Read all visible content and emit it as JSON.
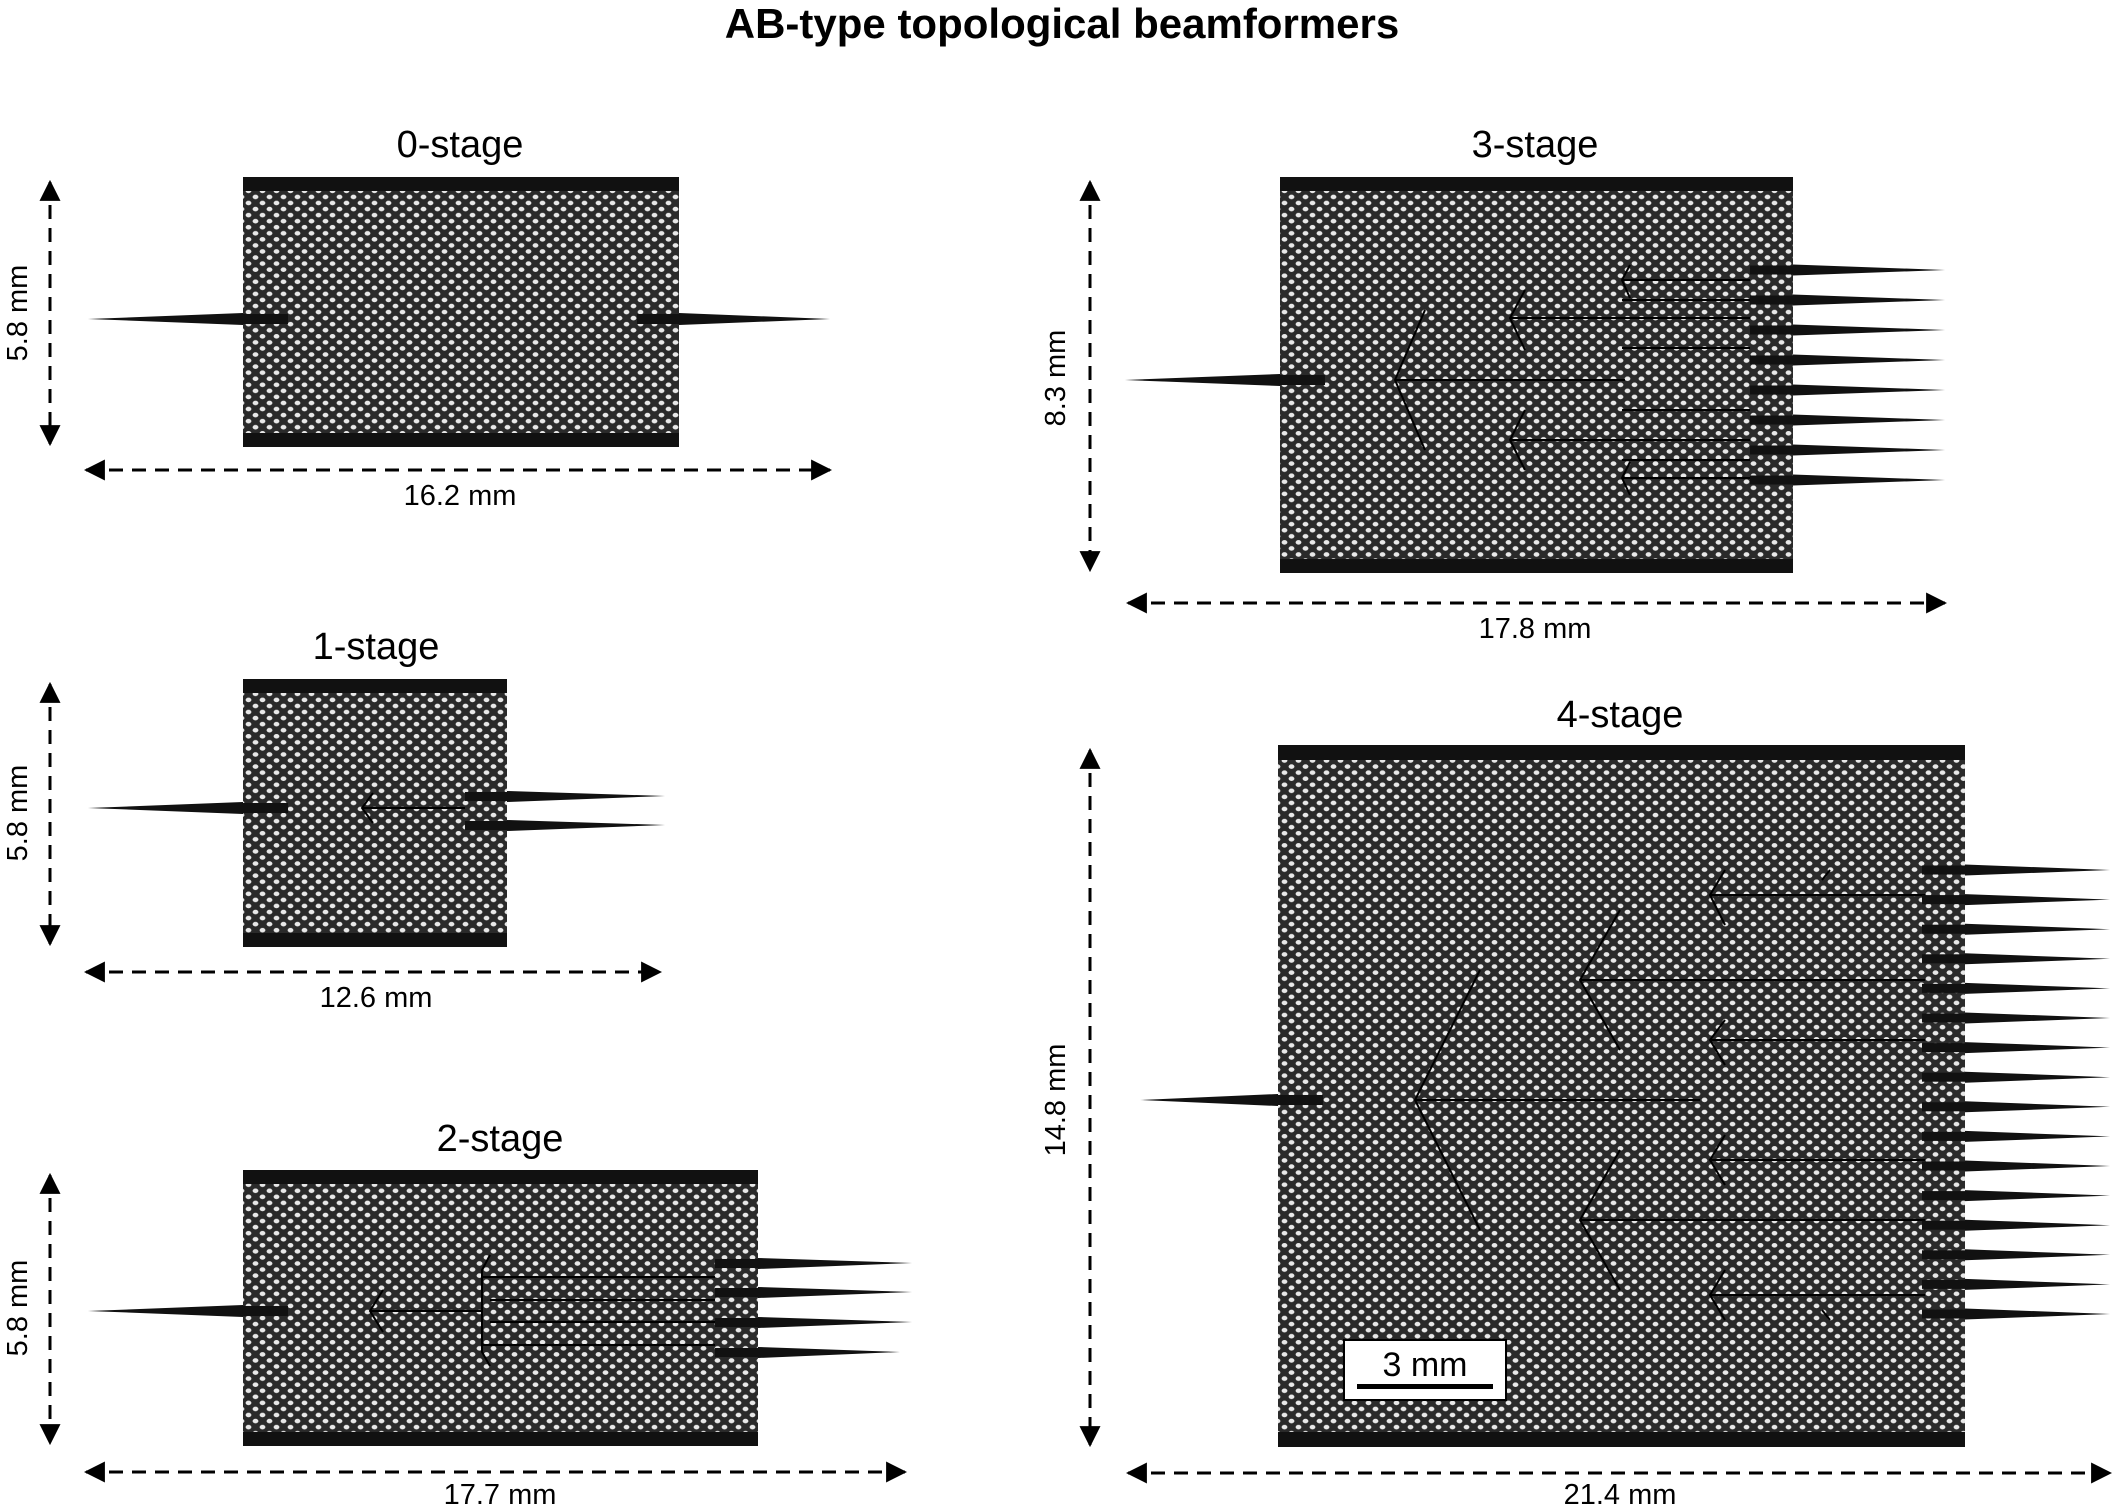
{
  "title": "AB-type topological beamformers",
  "colors": {
    "frame": "#111111",
    "lattice_fill": "#2a2a2a",
    "hole": "#e8e8e8",
    "tip": "#111111",
    "arrow": "#000000"
  },
  "panels": [
    {
      "id": "stage0",
      "label": "0-stage",
      "width": "16.2 mm",
      "height": "5.8 mm",
      "outputs": 1
    },
    {
      "id": "stage1",
      "label": "1-stage",
      "width": "12.6 mm",
      "height": "5.8 mm",
      "outputs": 2
    },
    {
      "id": "stage2",
      "label": "2-stage",
      "width": "17.7 mm",
      "height": "5.8 mm",
      "outputs": 4
    },
    {
      "id": "stage3",
      "label": "3-stage",
      "width": "17.8 mm",
      "height": "8.3 mm",
      "outputs": 8
    },
    {
      "id": "stage4",
      "label": "4-stage",
      "width": "21.4 mm",
      "height": "14.8 mm",
      "outputs": 16
    }
  ],
  "scale_bar": {
    "label": "3 mm"
  }
}
